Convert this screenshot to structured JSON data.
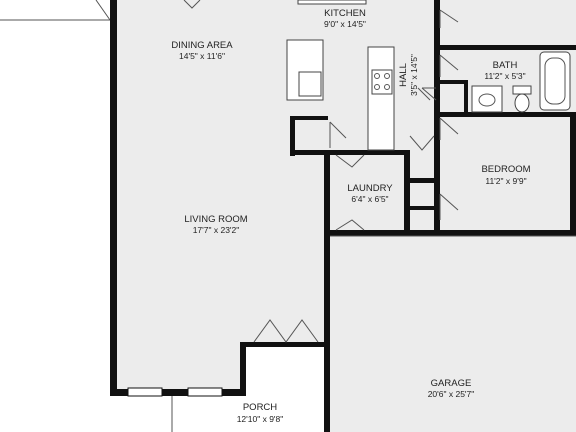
{
  "rooms": {
    "kitchen": {
      "name": "KITCHEN",
      "dims": "9'0\" x 14'5\""
    },
    "dining": {
      "name": "DINING AREA",
      "dims": "14'5\" x 11'6\""
    },
    "hall": {
      "name": "HALL",
      "dims": "3'5\" x 14'5\""
    },
    "bath": {
      "name": "BATH",
      "dims": "11'2\" x 5'3\""
    },
    "bedroom": {
      "name": "BEDROOM",
      "dims": "11'2\" x 9'9\""
    },
    "laundry": {
      "name": "LAUNDRY",
      "dims": "6'4\" x 6'5\""
    },
    "living": {
      "name": "LIVING ROOM",
      "dims": "17'7\" x 23'2\""
    },
    "garage": {
      "name": "GARAGE",
      "dims": "20'6\" x 25'7\""
    },
    "porch": {
      "name": "PORCH",
      "dims": "12'10\" x 9'8\""
    }
  }
}
